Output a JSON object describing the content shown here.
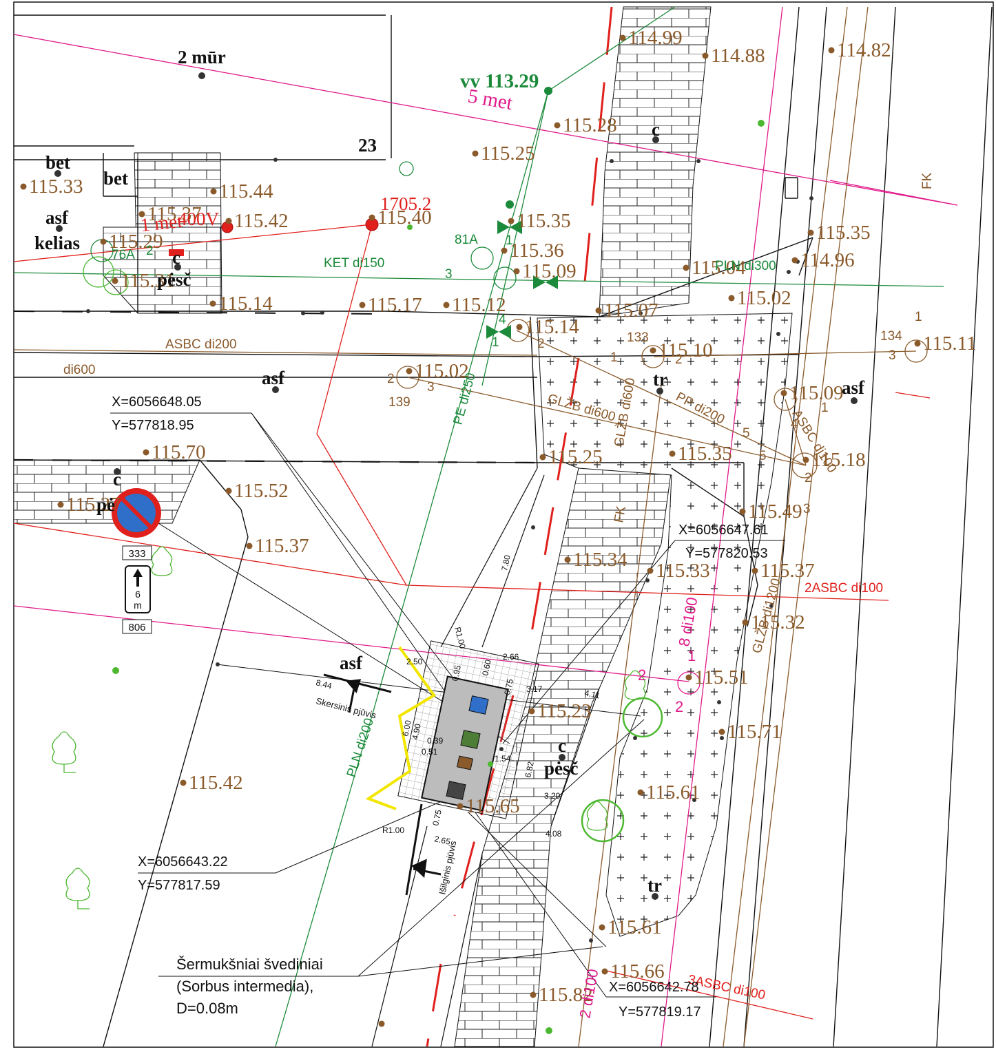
{
  "colors": {
    "elevation": "#8a5a2b",
    "water": "#1b8a3a",
    "gas": "#e0198a",
    "power": "#e0201c",
    "boundary": "#111111",
    "tree": "#4cb830",
    "scheme_accent": "#f2e600"
  },
  "labels": {
    "wall": "2 mūr",
    "house_no": "23",
    "bet1": "bet",
    "bet2": "bet",
    "asf1": "asf",
    "kelias": "kelias",
    "c1": "c",
    "pesc1": "pėsč",
    "c2": "c",
    "c3": "c",
    "pe": "pė",
    "asf2": "asf",
    "asf3": "asf",
    "asf4": "asf",
    "tr1": "tr",
    "tr2": "tr",
    "c4": "c",
    "pesc2": "pėsč",
    "n81a": "81A",
    "n76a": "76A",
    "n133": "133",
    "n134": "134",
    "n139": "139",
    "fk1": "FK",
    "fk2": "FK"
  },
  "red_labels": {
    "well": "1705.2",
    "met1": "1 met",
    "v400": "400V"
  },
  "magenta_labels": {
    "met5": "5 met",
    "d8": "8 di100",
    "d2": "2 di100"
  },
  "green_labels": {
    "vv": "vv 113.29"
  },
  "networks": {
    "ket": "KET di150",
    "pln300": "PLN di300",
    "asbc200": "ASBC di200",
    "di600": "di600",
    "pe250": "PE di250",
    "glzb600": "GLŽB di600",
    "glzb600v": "GLŽB di600",
    "pp200": "PP di200",
    "asbc100a": "ASBC di100",
    "asbc100b": "2ASBC di100",
    "asbc100c": "3ASBC di100",
    "glzb1200": "GLŽB di1200",
    "pln200": "PLN di200"
  },
  "elevations": [
    "114.99",
    "114.88",
    "114.82",
    "115.28",
    "115.25",
    "115.33",
    "115.44",
    "115.37",
    "115.42",
    "115.40",
    "115.29",
    "115.35",
    "115.36",
    "115.09",
    "115.04",
    "114.96",
    "115.35",
    "115.31",
    "115.14",
    "115.17",
    "115.12",
    "115.07",
    "115.02",
    "115.14",
    "115.10",
    "115.11",
    "115.02",
    "115.09",
    "115.18",
    "115.25",
    "115.35",
    "115.70",
    "115.52",
    "115.27",
    "115.49",
    "115.37",
    "115.34",
    "115.33",
    "115.37",
    "115.32",
    "115.51",
    "115.23",
    "115.71",
    "115.42",
    "115.61",
    "115.65",
    "115.61",
    "115.66",
    "115.82"
  ],
  "coordinates": [
    {
      "x": "X=6056648.05",
      "y": "Y=577818.95"
    },
    {
      "x": "X=6056647.61",
      "y": "Y=577820.53"
    },
    {
      "x": "X=6056643.22",
      "y": "Y=577817.59"
    },
    {
      "x": "X=6056642.78",
      "y": "Y=577819.17"
    }
  ],
  "sign": {
    "code": "333",
    "plate_value": "6",
    "plate_unit": "m",
    "plate_code": "806"
  },
  "section": {
    "cross": "Skersinis pjūvis",
    "long": "Išilginis pjūvis"
  },
  "dimensions": [
    "2.50",
    "0.95",
    "0.60",
    "2.66",
    "3.17",
    "0.75",
    "4.11",
    "R1.00",
    "8.44",
    "6.00",
    "4.90",
    "0.39",
    "0.51",
    "1.54",
    "6.82",
    "3.20",
    "4.08",
    "R1.00",
    "0.75",
    "2.65",
    "7.80"
  ],
  "points": [
    "1",
    "2",
    "3",
    "4",
    "1",
    "2",
    "1",
    "2",
    "3",
    "1",
    "2",
    "3",
    "4",
    "5",
    "5",
    "2",
    "1",
    "3",
    "2",
    "1",
    "2"
  ],
  "note": {
    "line1": "Šermukšniai švediniai",
    "line2": "(Sorbus intermedia),",
    "line3": "D=0.08m"
  }
}
